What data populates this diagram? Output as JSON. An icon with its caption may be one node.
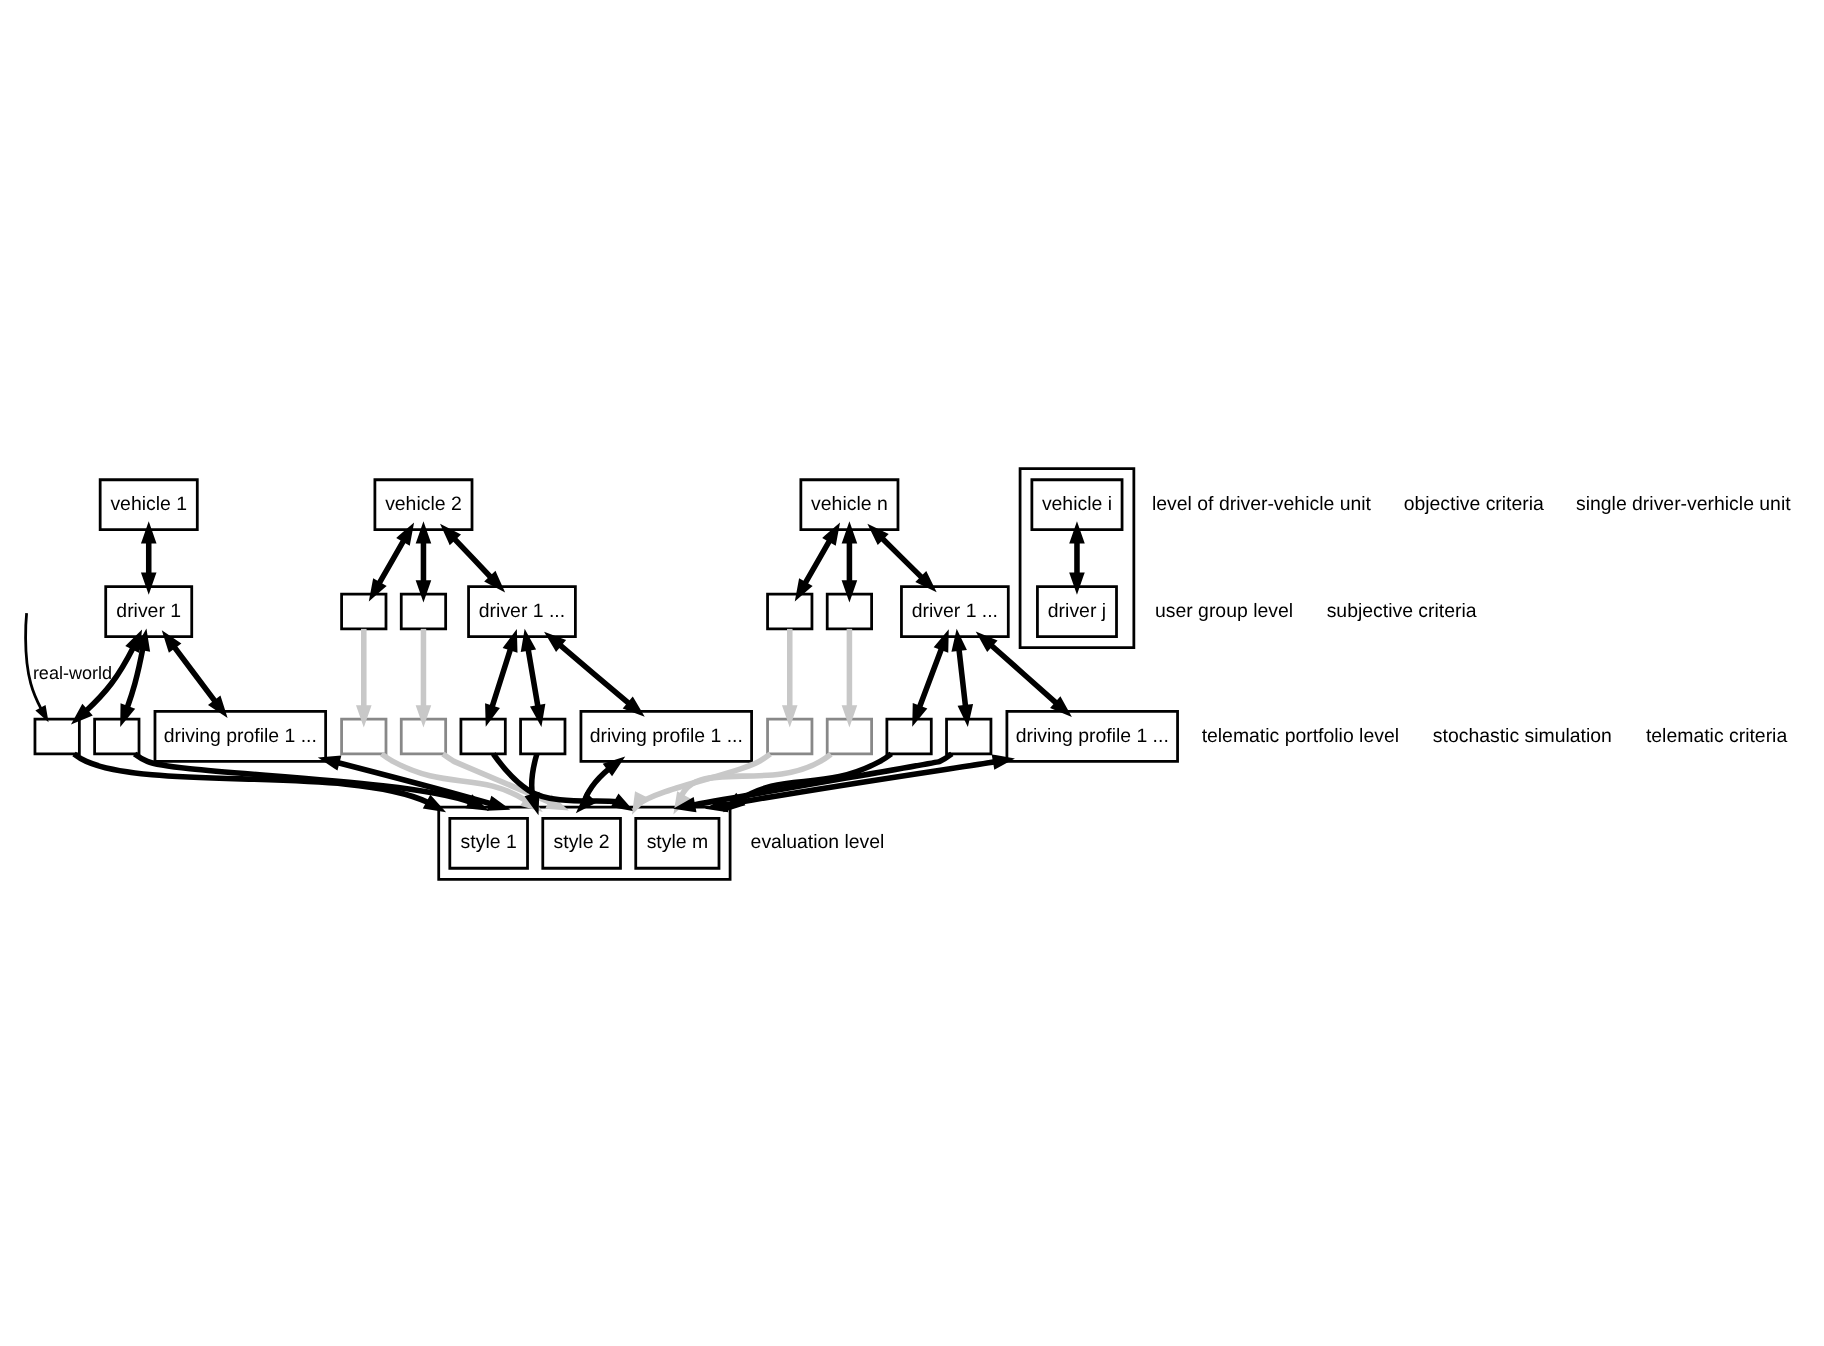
{
  "diagram": {
    "nodes": [
      {
        "text": [
          "vehicle 1"
        ]
      },
      {
        "text": [
          "vehicle 2"
        ]
      },
      {
        "text": [
          "vehicle n"
        ]
      },
      {
        "text": [
          "driver 1"
        ]
      },
      {
        "text": [],
        "shape": "box"
      },
      {
        "text": [],
        "shape": "box"
      },
      {
        "text": [
          "driver 1 ..."
        ]
      },
      {
        "text": [],
        "shape": "box"
      },
      {
        "text": [],
        "shape": "box"
      },
      {
        "text": [
          "driver 1 ..."
        ]
      },
      {
        "text": [],
        "shape": "box"
      },
      {
        "text": [],
        "shape": "box"
      },
      {
        "text": [
          "driving profile 1 ..."
        ]
      },
      {
        "text": [],
        "shape": "box"
      },
      {
        "text": [],
        "shape": "box"
      },
      {
        "text": [],
        "shape": "box"
      },
      {
        "text": [],
        "shape": "box"
      },
      {
        "text": [
          "driving profile 1 ..."
        ]
      },
      {
        "text": [],
        "shape": "box"
      },
      {
        "text": [],
        "shape": "box"
      },
      {
        "text": [],
        "shape": "box"
      },
      {
        "text": [],
        "shape": "box"
      },
      {
        "text": [
          "driving profile 1 ..."
        ]
      },
      {
        "text": [],
        "shape": "box"
      },
      {
        "text": [
          "style 1"
        ],
        "in": 23
      },
      {
        "text": [
          "style 2"
        ],
        "in": 23
      },
      {
        "text": [
          "style m"
        ],
        "in": 23
      },
      {
        "text": [],
        "shape": "box"
      },
      {
        "text": [
          "vehicle i"
        ],
        "in": 27
      },
      {
        "text": [
          "driver j"
        ],
        "in": 27
      }
    ],
    "edges": [
      {
        "from": 0,
        "to": 3,
        "arrow": "both"
      },
      {
        "from": 1,
        "to": 4,
        "arrow": "both"
      },
      {
        "from": 1,
        "to": 5,
        "arrow": "both"
      },
      {
        "from": 1,
        "to": 6,
        "arrow": "both"
      },
      {
        "from": 2,
        "to": 7,
        "arrow": "both"
      },
      {
        "from": 2,
        "to": 8,
        "arrow": "both"
      },
      {
        "from": 2,
        "to": 9,
        "arrow": "both"
      },
      {
        "from": 3,
        "to": 10,
        "arrow": "both"
      },
      {
        "from": 3,
        "to": 11,
        "arrow": "both"
      },
      {
        "from": 3,
        "to": 12,
        "arrow": "both"
      },
      {
        "from": 4,
        "to": 13,
        "arrow": "to",
        "color": "#c8c8c8"
      },
      {
        "from": 5,
        "to": 14,
        "arrow": "to",
        "color": "#c8c8c8"
      },
      {
        "from": 6,
        "to": 15,
        "arrow": "both"
      },
      {
        "from": 6,
        "to": 16,
        "arrow": "both"
      },
      {
        "from": 6,
        "to": 17,
        "arrow": "both"
      },
      {
        "from": 7,
        "to": 18,
        "arrow": "to",
        "color": "#c8c8c8"
      },
      {
        "from": 8,
        "to": 19,
        "arrow": "to",
        "color": "#c8c8c8"
      },
      {
        "from": 9,
        "to": 20,
        "arrow": "both"
      },
      {
        "from": 9,
        "to": 21,
        "arrow": "both"
      },
      {
        "from": 9,
        "to": 22,
        "arrow": "both"
      },
      {
        "from": null,
        "to": 10,
        "arrow": "to",
        "label": "real-world"
      },
      {
        "from": 10,
        "to": 23,
        "arrow": "to"
      },
      {
        "from": 11,
        "to": 23,
        "arrow": "to"
      },
      {
        "from": 12,
        "to": 23,
        "arrow": "both"
      },
      {
        "from": 13,
        "to": 23,
        "arrow": "to",
        "color": "#c8c8c8"
      },
      {
        "from": 14,
        "to": 23,
        "arrow": "to",
        "color": "#c8c8c8"
      },
      {
        "from": 15,
        "to": 23,
        "arrow": "to"
      },
      {
        "from": 16,
        "to": 23,
        "arrow": "to"
      },
      {
        "from": 17,
        "to": 23,
        "arrow": "both"
      },
      {
        "from": 18,
        "to": 23,
        "arrow": "to",
        "color": "#c8c8c8"
      },
      {
        "from": 19,
        "to": 23,
        "arrow": "to",
        "color": "#c8c8c8"
      },
      {
        "from": 20,
        "to": 23,
        "arrow": "to"
      },
      {
        "from": 21,
        "to": 23,
        "arrow": "to"
      },
      {
        "from": 22,
        "to": 23,
        "arrow": "both"
      },
      {
        "from": 28,
        "to": 29,
        "arrow": "both"
      }
    ],
    "labels": [
      "level of driver-vehicle unit",
      "objective criteria",
      "user group level",
      "subjective criteria",
      "telematic portfolio level",
      "stochastic simulation",
      "telematic criteria",
      "evaluation level",
      "single driver-verhicle unit"
    ]
  }
}
